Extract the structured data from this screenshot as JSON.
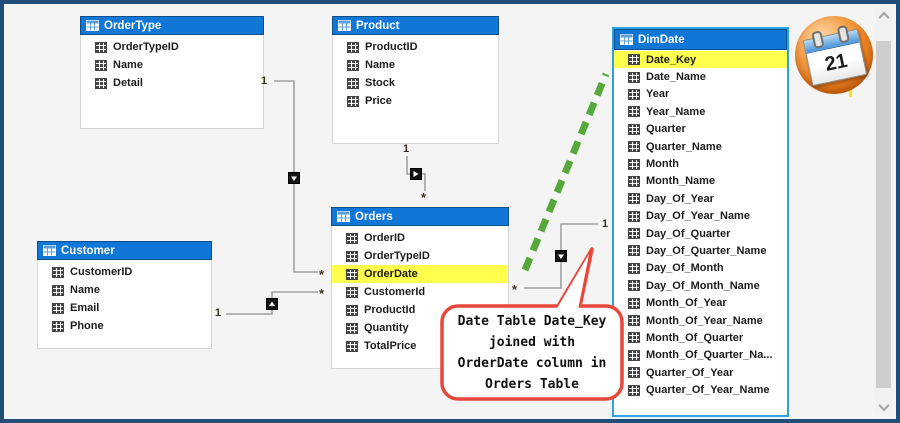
{
  "canvas": {
    "background": "#f4f4f4",
    "border_color": "#1f4e79"
  },
  "colors": {
    "header_blue": "#1177d7",
    "highlight_yellow": "#ffff4d",
    "join_line_green": "#55a839",
    "dimdate_border_blue": "#29a3e4",
    "callout_red": "#e8473a"
  },
  "tables": {
    "order_type": {
      "title": "OrderType",
      "columns": [
        "OrderTypeID",
        "Name",
        "Detail"
      ]
    },
    "product": {
      "title": "Product",
      "columns": [
        "ProductID",
        "Name",
        "Stock",
        "Price"
      ]
    },
    "customer": {
      "title": "Customer",
      "columns": [
        "CustomerID",
        "Name",
        "Email",
        "Phone"
      ]
    },
    "orders": {
      "title": "Orders",
      "highlighted_column": "OrderDate",
      "columns": [
        "OrderID",
        "OrderTypeID",
        "OrderDate",
        "CustomerId",
        "ProductId",
        "Quantity",
        "TotalPrice"
      ]
    },
    "dim_date": {
      "title": "DimDate",
      "highlighted_column": "Date_Key",
      "columns": [
        "Date_Key",
        "Date_Name",
        "Year",
        "Year_Name",
        "Quarter",
        "Quarter_Name",
        "Month",
        "Month_Name",
        "Day_Of_Year",
        "Day_Of_Year_Name",
        "Day_Of_Quarter",
        "Day_Of_Quarter_Name",
        "Day_Of_Month",
        "Day_Of_Month_Name",
        "Month_Of_Year",
        "Month_Of_Year_Name",
        "Month_Of_Quarter",
        "Month_Of_Quarter_Na...",
        "Quarter_Of_Year",
        "Quarter_Of_Year_Name"
      ]
    }
  },
  "relationships": {
    "ordertype_orders": {
      "one_label": "1",
      "many_label": "*"
    },
    "customer_orders": {
      "one_label": "1",
      "many_label": "*"
    },
    "product_orders": {
      "one_label": "1",
      "many_label": "*"
    },
    "dimdate_orders": {
      "one_label": "1",
      "many_label": "*"
    }
  },
  "callout": {
    "text": "Date Table Date_Key\njoined with\nOrderDate column in\nOrders Table"
  },
  "calendar_icon": {
    "day": "21"
  }
}
